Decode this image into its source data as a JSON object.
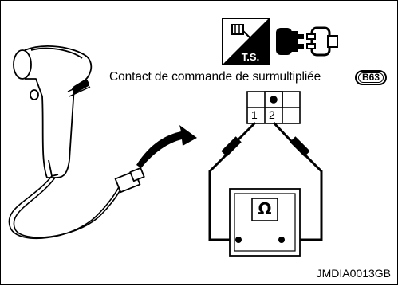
{
  "caption": "Contact de commande de surmultipliée",
  "connector_badge": "B63",
  "document_id": "JMDIA0013GB",
  "ts_icon_text": "T.S.",
  "connector_pins": [
    "1",
    "2"
  ],
  "meter_symbol": "Ω",
  "colors": {
    "line": "#000000",
    "background": "#ffffff"
  },
  "icons": [
    "harness-tester-icon",
    "connector-disconnect-icon",
    "shift-lever-illustration",
    "arrow-icon",
    "ohmmeter-icon"
  ]
}
